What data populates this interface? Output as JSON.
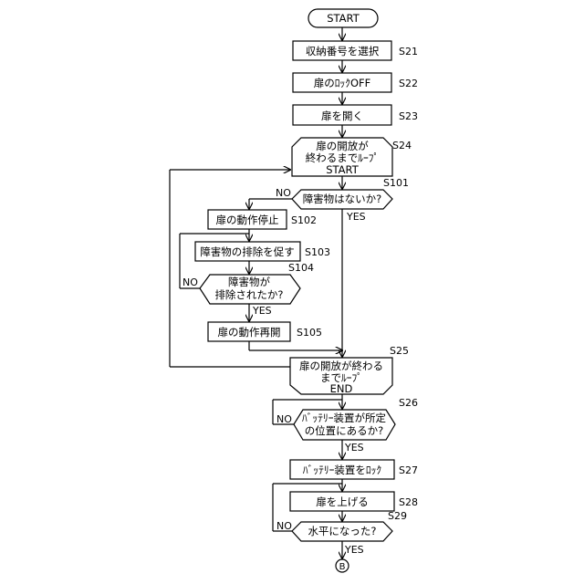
{
  "flowchart": {
    "start": "START",
    "s21": {
      "id": "S21",
      "text": "収納番号を選択"
    },
    "s22": {
      "id": "S22",
      "text": "扉のﾛｯｸOFF"
    },
    "s23": {
      "id": "S23",
      "text": "扉を開く"
    },
    "s24": {
      "id": "S24",
      "lines": [
        "扉の開放が",
        "終わるまでﾙｰﾌﾟ",
        "START"
      ]
    },
    "s101": {
      "id": "S101",
      "text": "障害物はないか?"
    },
    "s102": {
      "id": "S102",
      "text": "扉の動作停止"
    },
    "s103": {
      "id": "S103",
      "text": "障害物の排除を促す"
    },
    "s104": {
      "id": "S104",
      "lines": [
        "障害物が",
        "排除されたか?"
      ]
    },
    "s105": {
      "id": "S105",
      "text": "扉の動作再開"
    },
    "s25": {
      "id": "S25",
      "lines": [
        "扉の開放が終わる",
        "までﾙｰﾌﾟ",
        "END"
      ]
    },
    "s26": {
      "id": "S26",
      "lines": [
        "ﾊﾞｯﾃﾘｰ装置が所定",
        "の位置にあるか?"
      ]
    },
    "s27": {
      "id": "S27",
      "text": "ﾊﾞｯﾃﾘｰ装置をﾛｯｸ"
    },
    "s28": {
      "id": "S28",
      "text": "扉を上げる"
    },
    "s29": {
      "id": "S29",
      "text": "水平になった?"
    },
    "yes": "YES",
    "no": "NO",
    "connector": "B"
  }
}
